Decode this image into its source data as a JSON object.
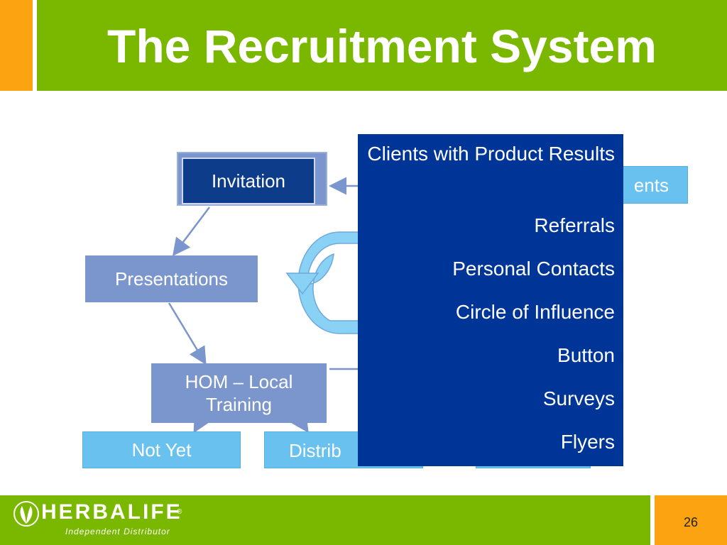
{
  "slide": {
    "title": "The Recruitment System",
    "page_number": "26"
  },
  "footer": {
    "brand": "HERBALIFE",
    "registered": "®",
    "tagline": "Independent Distributor"
  },
  "diagram": {
    "invitation": "Invitation",
    "presentations": "Presentations",
    "hom_line1": "HOM – Local",
    "hom_line2": "Training",
    "not_yet": "Not Yet",
    "distrib_partial": "Distrib",
    "clients_partial": "ents"
  },
  "overlay": {
    "items": [
      "Clients with Product Results",
      "Referrals",
      "Personal Contacts",
      "Circle of Influence",
      "Button",
      "Surveys",
      "Flyers"
    ]
  },
  "colors": {
    "green": "#7ab800",
    "orange": "#fca311",
    "box_mid": "#7b96cc",
    "box_light": "#69c1ef",
    "overlay": "#003598",
    "arrow": "#7b96cc"
  }
}
